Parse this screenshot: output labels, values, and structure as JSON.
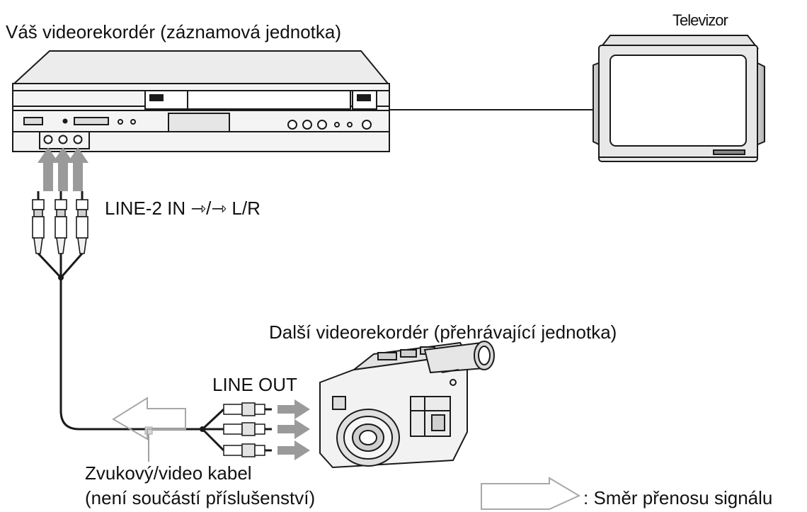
{
  "labels": {
    "recorder": "Váš videorekordér (záznamová jednotka)",
    "tv": "Televizor",
    "line_in": "LINE-2 IN ⇾/⇾ L/R",
    "other_recorder": "Další videorekordér (přehrávající jednotka)",
    "line_out": "LINE OUT",
    "cable_name": "Zvukový/video kabel",
    "cable_note": "(není součástí příslušenství)",
    "legend": ": Směr přenosu signálu"
  },
  "colors": {
    "line": "#1a1a1a",
    "arrow_gray": "#9a9a9a",
    "outline_gray": "#a8a8a8"
  },
  "icons": {
    "vcr": "vcr-device-icon",
    "tv": "television-icon",
    "camcorder": "camcorder-icon",
    "rca_plug": "rca-plug-icon",
    "signal_arrow": "signal-direction-arrow-icon"
  }
}
